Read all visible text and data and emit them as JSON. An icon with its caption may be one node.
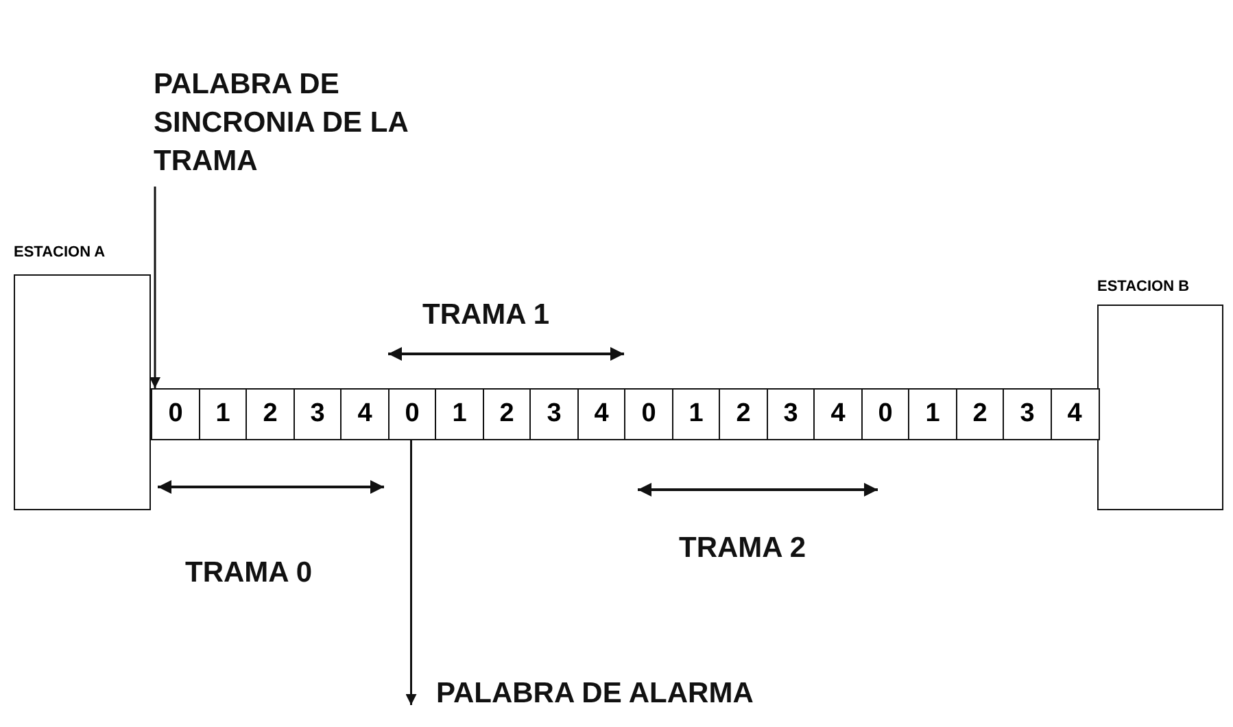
{
  "diagram": {
    "nodes": [
      {
        "text": [
          "PALABRA DE SINCRONIA DE LA TRAMA"
        ]
      },
      {
        "text": [
          "ESTACION A"
        ]
      },
      {
        "text": [
          "ESTACION B"
        ]
      },
      {
        "text": [
          "0"
        ]
      },
      {
        "text": [
          "1"
        ]
      },
      {
        "text": [
          "2"
        ]
      },
      {
        "text": [
          "3"
        ]
      },
      {
        "text": [
          "4"
        ]
      },
      {
        "text": [
          "0"
        ]
      },
      {
        "text": [
          "1"
        ]
      },
      {
        "text": [
          "2"
        ]
      },
      {
        "text": [
          "3"
        ]
      },
      {
        "text": [
          "4"
        ]
      },
      {
        "text": [
          "0"
        ]
      },
      {
        "text": [
          "1"
        ]
      },
      {
        "text": [
          "2"
        ]
      },
      {
        "text": [
          "3"
        ]
      },
      {
        "text": [
          "4"
        ]
      },
      {
        "text": [
          "0"
        ]
      },
      {
        "text": [
          "1"
        ]
      },
      {
        "text": [
          "2"
        ]
      },
      {
        "text": [
          "3"
        ]
      },
      {
        "text": [
          "4"
        ]
      },
      {
        "text": [
          "PALABRA DE ALARMA"
        ]
      }
    ],
    "edges": [
      {
        "from": 0,
        "to": 3,
        "arrow": "to"
      },
      {
        "from": 8,
        "to": 23,
        "arrow": "to"
      }
    ],
    "labels": [
      "TRAMA 1",
      "TRAMA 2",
      "TRAMA 0"
    ]
  }
}
